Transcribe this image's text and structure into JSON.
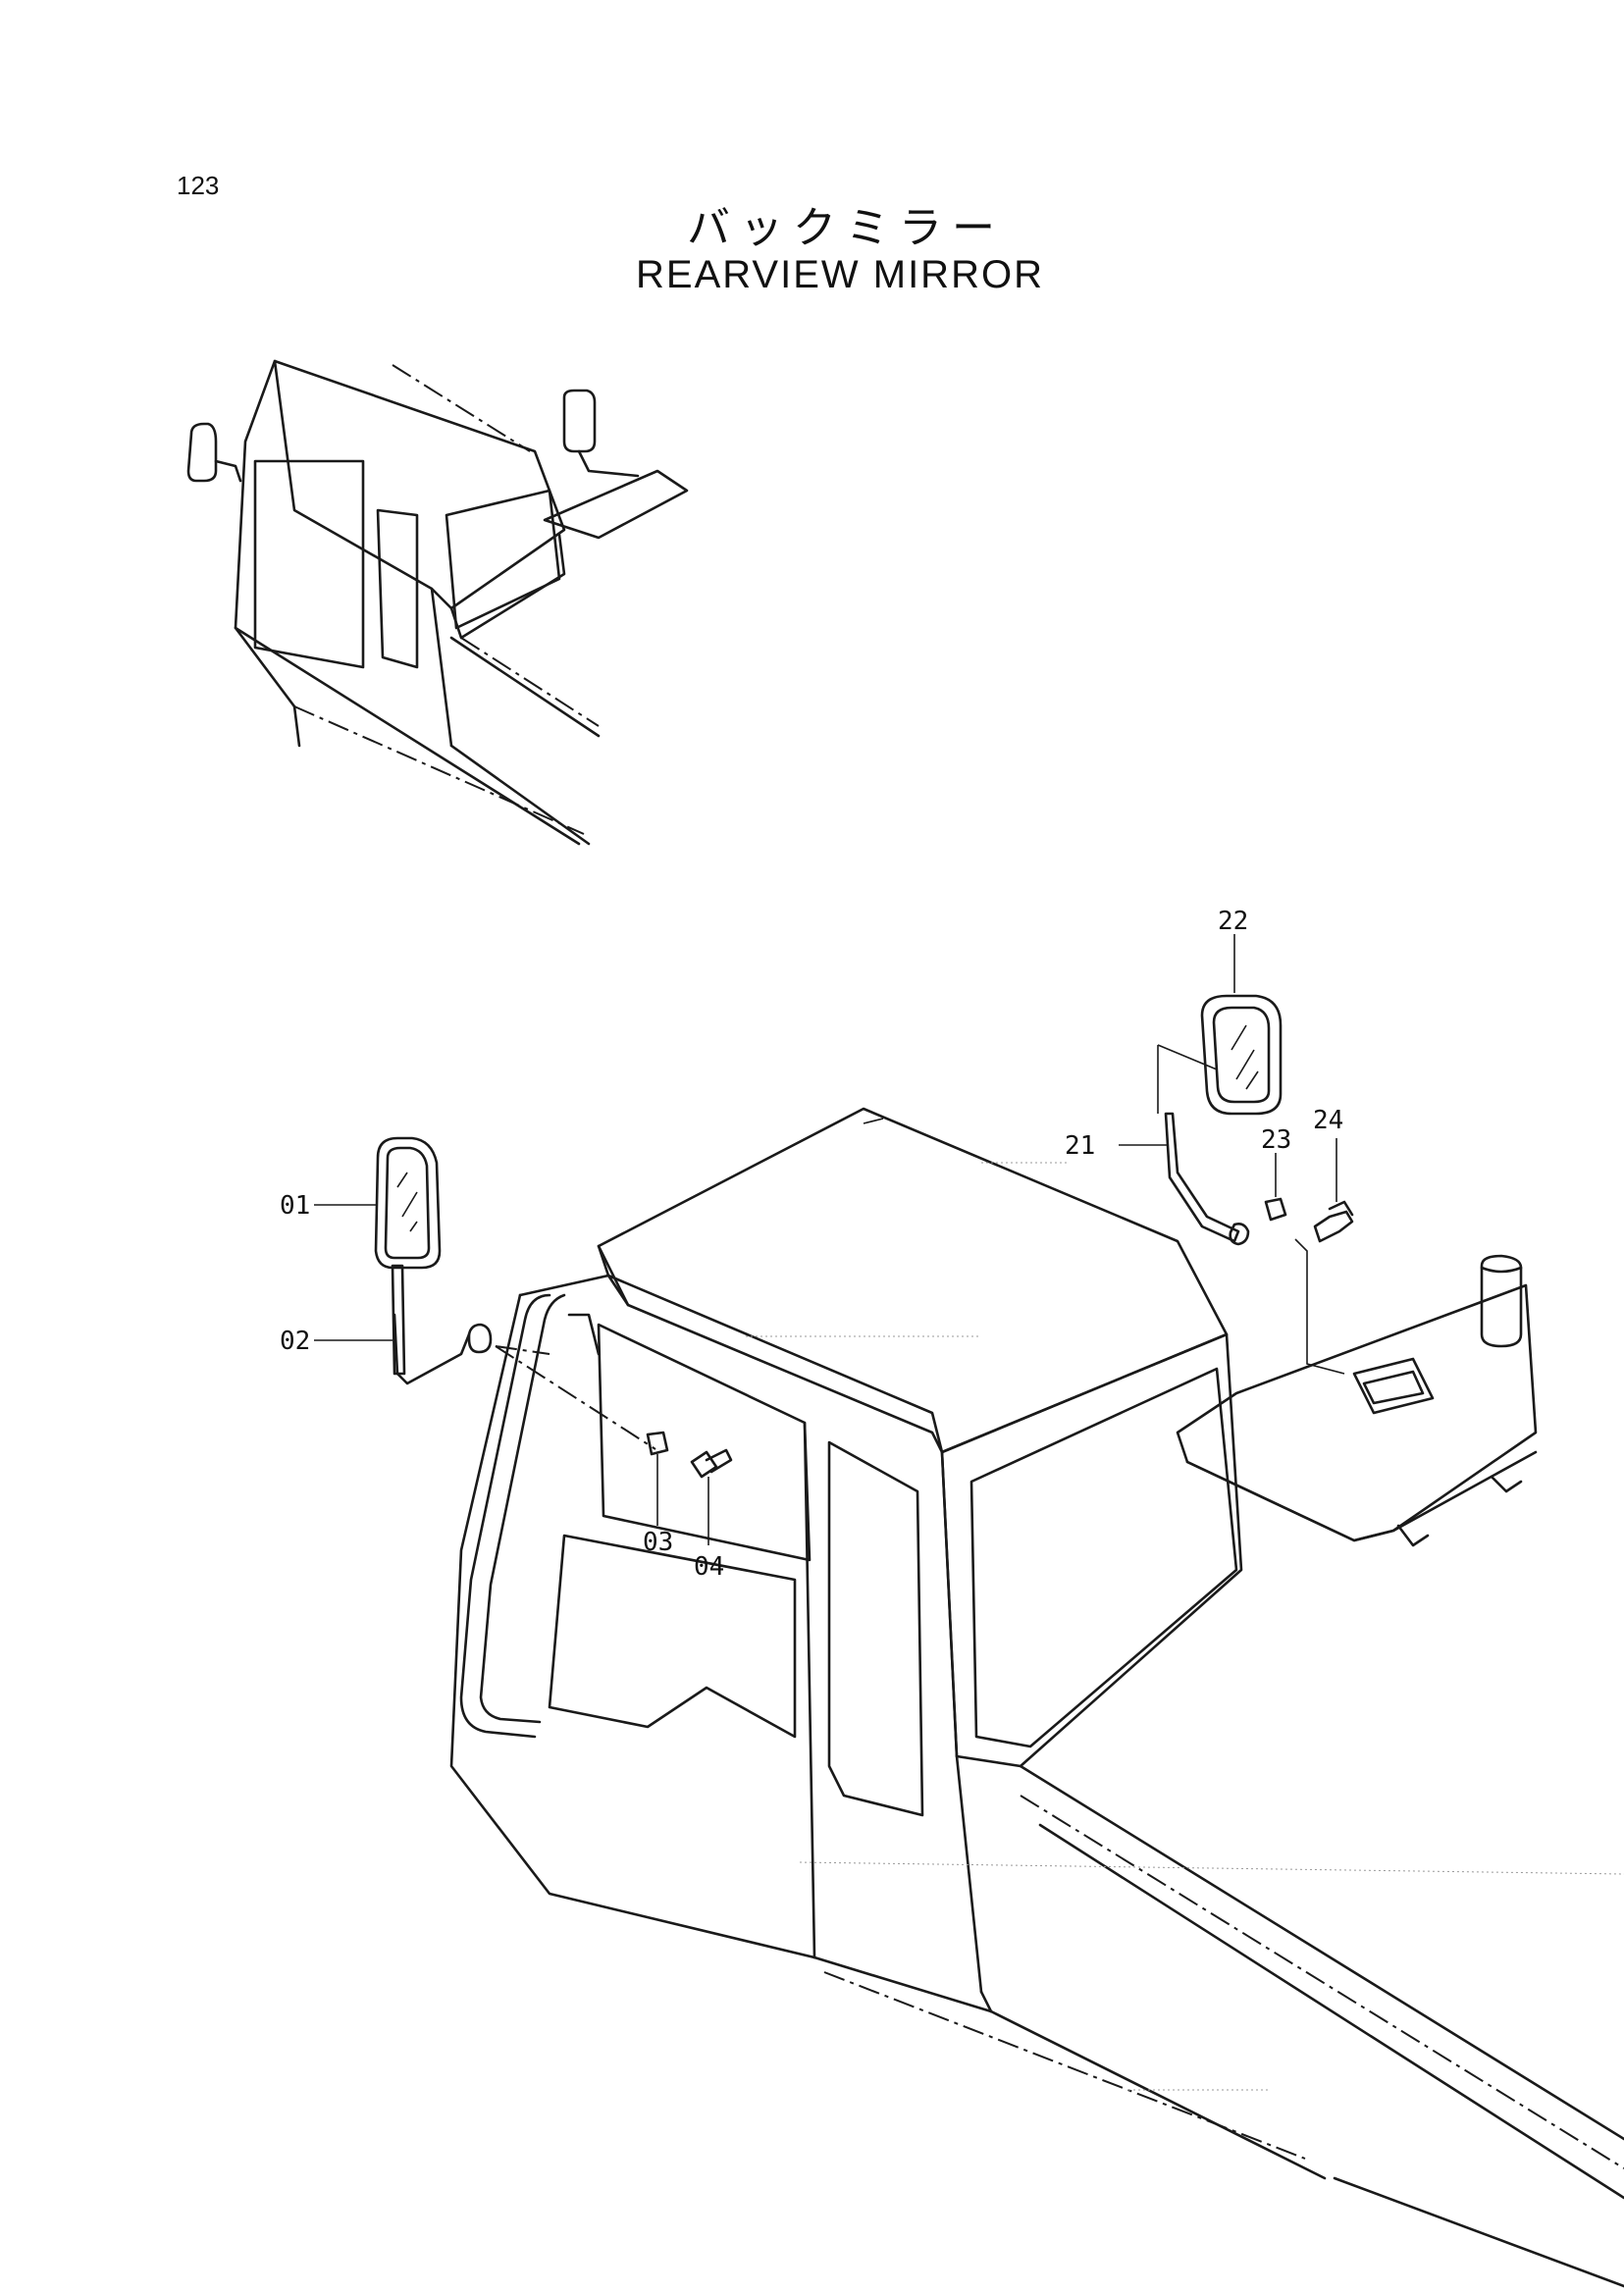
{
  "page": {
    "number": "123"
  },
  "title": {
    "japanese": "バックミラー",
    "english": "REARVIEW MIRROR"
  },
  "callouts": {
    "c01": "01",
    "c02": "02",
    "c03": "03",
    "c04": "04",
    "c21": "21",
    "c22": "22",
    "c23": "23",
    "c24": "24"
  }
}
